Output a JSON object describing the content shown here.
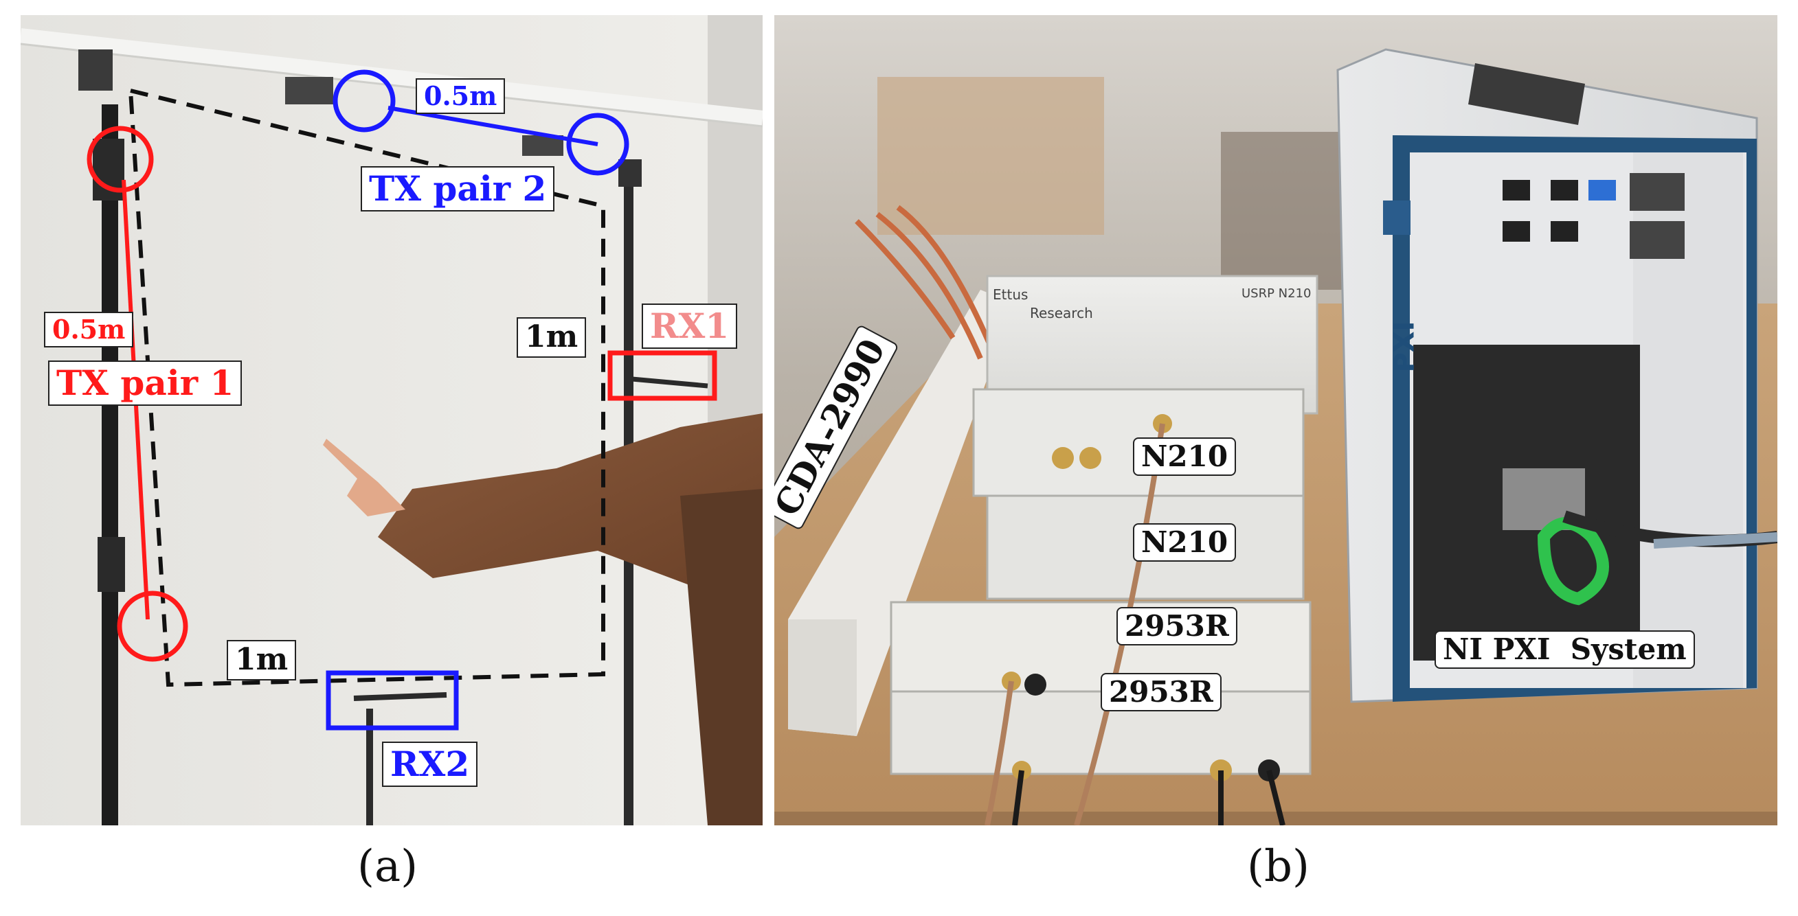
{
  "panel_a": {
    "labels": {
      "tx_pair_1": "TX pair 1",
      "tx_pair_2": "TX pair 2",
      "rx1": "RX1",
      "rx2": "RX2",
      "dist_left": "0.5m",
      "dist_top": "0.5m",
      "dist_right": "1m",
      "dist_bottom": "1m"
    },
    "caption": "(a)",
    "colors": {
      "tx_pair_1": "#ff1a1a",
      "tx_pair_2": "#1a1aff",
      "rx1_text": "#f28c8c",
      "rx2_text": "#1a1aff",
      "outline": "#111111"
    }
  },
  "panel_b": {
    "labels": {
      "cda": "CDA-2990",
      "n210_top": "N210",
      "n210_bottom": "N210",
      "r2953_top": "2953R",
      "r2953_bottom": "2953R",
      "pxi_system": "NI PXI  System",
      "usrp_model": "USRP N210",
      "ettus": "Ettus",
      "research": "Research",
      "pxi": "PXI"
    },
    "caption": "(b)"
  }
}
